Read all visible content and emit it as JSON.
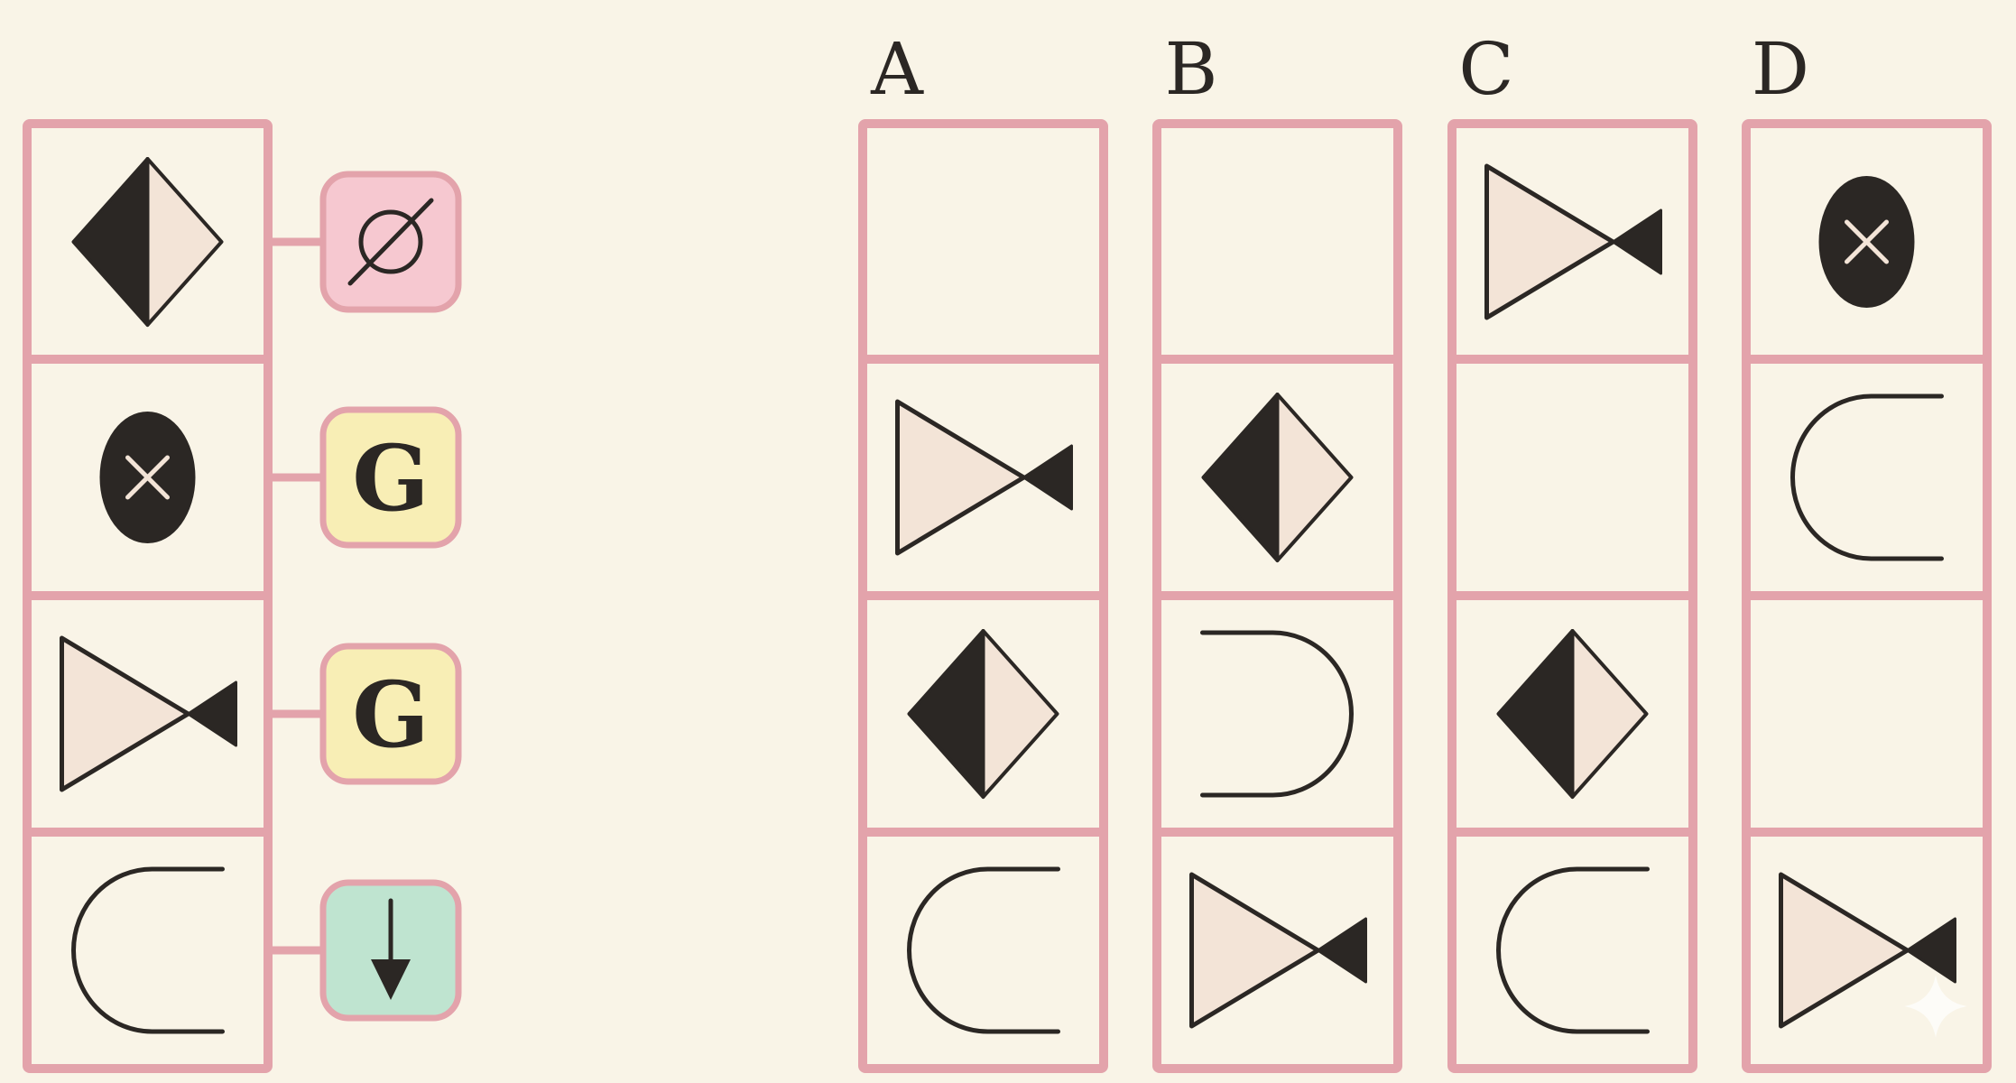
{
  "colors": {
    "background": "#f9f4e7",
    "frame": "#e3a3ab",
    "ink": "#2b2724",
    "light_fill": "#f3e4d7",
    "tag_null": "#f6c8d0",
    "tag_g": "#f8eeb5",
    "tag_arrow": "#bfe4d0"
  },
  "question": {
    "cells": [
      {
        "shape": "diamond-half-icon",
        "tag": {
          "type": "null",
          "icon": "empty-set-icon",
          "color": "#f6c8d0"
        }
      },
      {
        "shape": "x-ellipse-icon",
        "tag": {
          "type": "letter",
          "label": "G",
          "color": "#f8eeb5"
        }
      },
      {
        "shape": "bowtie-icon",
        "tag": {
          "type": "letter",
          "label": "G",
          "color": "#f8eeb5"
        }
      },
      {
        "shape": "u-curve-icon",
        "tag": {
          "type": "arrow",
          "icon": "down-arrow-icon",
          "color": "#bfe4d0"
        }
      }
    ]
  },
  "options": [
    {
      "label": "A",
      "cells": [
        "empty",
        "bowtie-icon",
        "diamond-half-icon",
        "u-curve-icon"
      ]
    },
    {
      "label": "B",
      "cells": [
        "empty",
        "diamond-half-icon",
        "u-curve-right-icon",
        "bowtie-icon"
      ]
    },
    {
      "label": "C",
      "cells": [
        "bowtie-icon",
        "empty",
        "diamond-half-icon",
        "u-curve-icon"
      ]
    },
    {
      "label": "D",
      "cells": [
        "x-ellipse-icon",
        "u-curve-icon",
        "empty",
        "bowtie-icon"
      ]
    }
  ]
}
